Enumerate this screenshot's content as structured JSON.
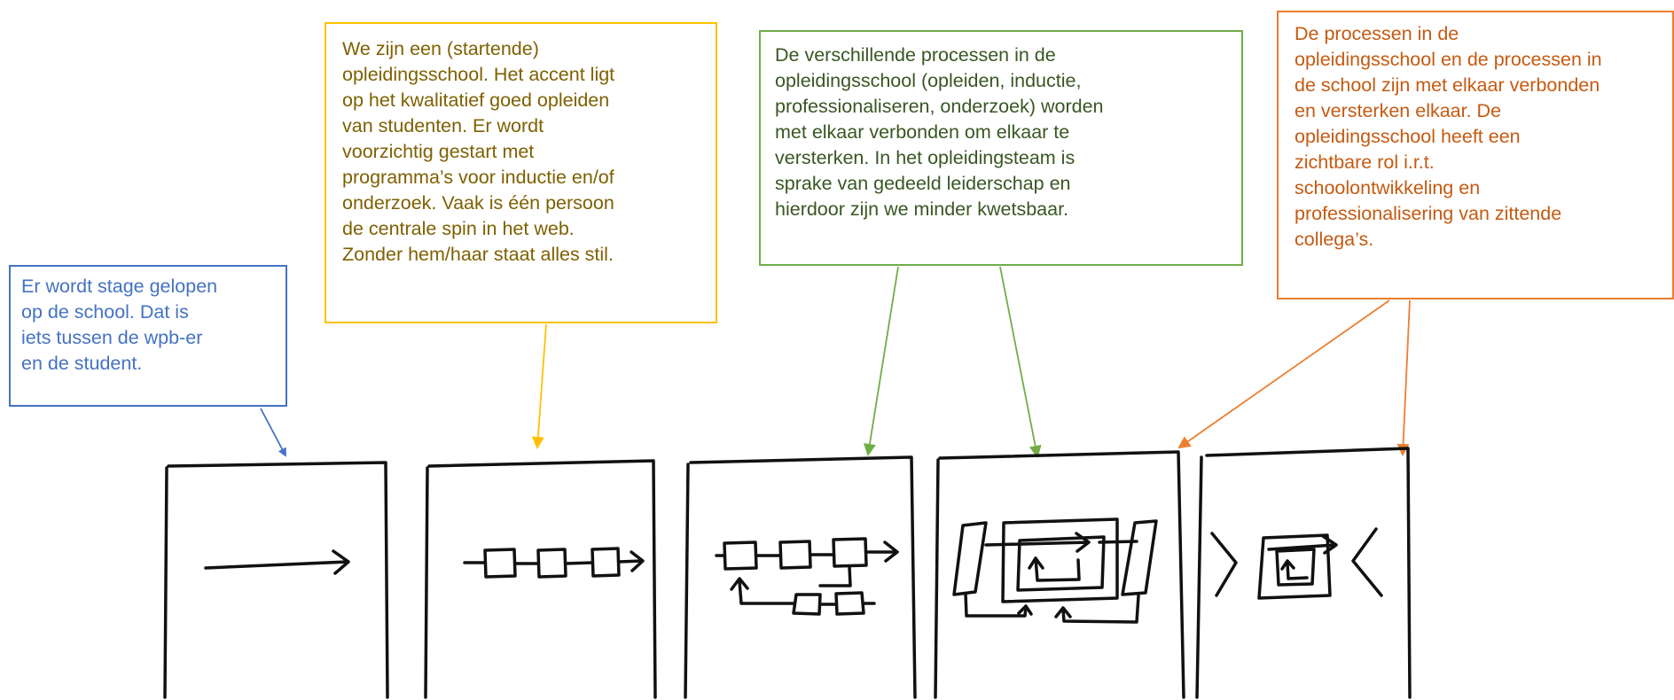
{
  "colors": {
    "blue": "#4472c4",
    "yellow": "#ffc000",
    "green": "#70ad47",
    "orange": "#ed7d31",
    "ink": "#111111"
  },
  "notes": {
    "stage1": "Er wordt stage gelopen\nop de school. Dat is\niets tussen de wpb-er\nen de student.",
    "stage2": "We zijn een (startende)\nopleidingsschool. Het accent ligt\nop het kwalitatief goed opleiden\nvan studenten. Er wordt\nvoorzichtig gestart met\nprogramma’s voor inductie en/of\nonderzoek. Vaak is één persoon\nde centrale spin in het web.\nZonder hem/haar staat alles stil.",
    "stage3": "De verschillende processen in de\nopleidingsschool (opleiden, inductie,\nprofessionaliseren, onderzoek) worden\nmet elkaar verbonden om elkaar te\nversterken. In het opleidingsteam is\nsprake van gedeeld leiderschap en\nhierdoor zijn we minder kwetsbaar.",
    "stage4_5": "De processen in de\nopleidingsschool en de processen in\nde school zijn met elkaar verbonden\nen versterken elkaar. De\nopleidingsschool heeft een\nzichtbare rol i.r.t.\nschoolontwikkeling en\nprofessionalisering van zittende\ncollega’s."
  },
  "sketch_icons": [
    "arrow-icon",
    "linked-boxes-icon",
    "feedback-loop-icon",
    "nested-loop-icon",
    "inward-chevrons-icon"
  ]
}
